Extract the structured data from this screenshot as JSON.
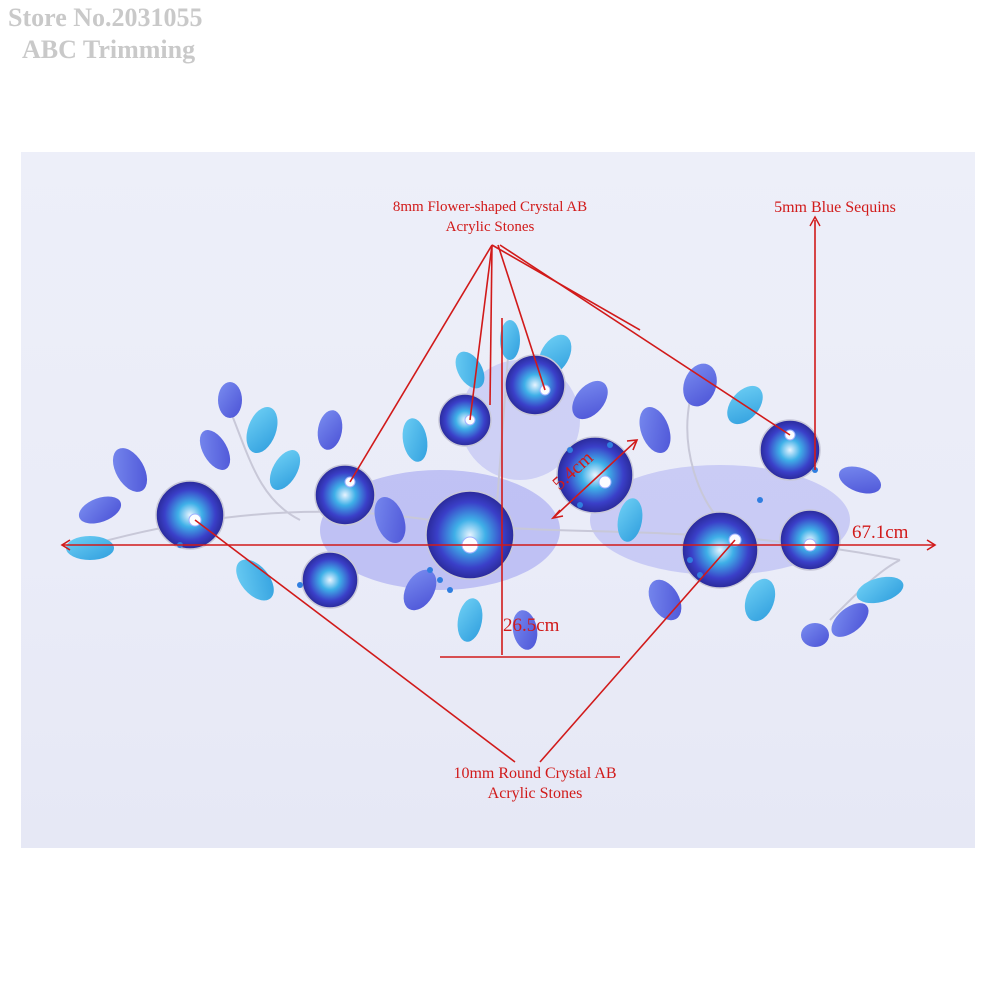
{
  "watermark": {
    "store_line": "Store No.2031055",
    "brand_line": "ABC Trimming"
  },
  "annotations": {
    "flower_stones": {
      "line1": "8mm Flower-shaped Crystal AB",
      "line2": "Acrylic Stones"
    },
    "sequins": {
      "line1": "5mm Blue Sequins"
    },
    "round_stones": {
      "line1": "10mm Round Crystal AB",
      "line2": "Acrylic Stones"
    }
  },
  "dimensions": {
    "width": "67.1cm",
    "height": "26.5cm",
    "flower": "5.4cm"
  },
  "colors": {
    "annotation": "#d11a1a",
    "applique_light": "#3fb0e8",
    "applique_dark": "#3a3fc8",
    "background": "#eaecf8"
  }
}
